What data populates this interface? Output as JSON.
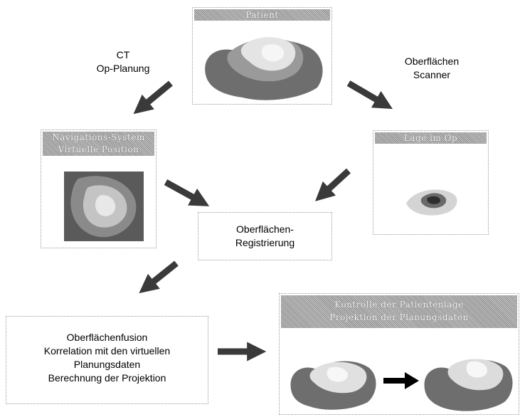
{
  "labels": {
    "ct_line1": "CT",
    "ct_line2": "Op-Planung",
    "scanner_line1": "Oberflächen",
    "scanner_line2": "Scanner"
  },
  "boxes": {
    "patient_header": "Patient",
    "navigation_header_line1": "Navigations-System",
    "navigation_header_line2": "Virtuelle Position",
    "lage_header": "Lage im Op",
    "registrierung_line1": "Oberflächen-",
    "registrierung_line2": "Registrierung",
    "fusion_line1": "Oberflächenfusion",
    "fusion_line2": "Korrelation mit den virtuellen",
    "fusion_line3": "Planungsdaten",
    "fusion_line4": "Berechnung der Projektion",
    "kontrolle_header_line1": "Kontrolle der Patientenlage",
    "kontrolle_header_line2": "Projektion der Planungsdaten"
  },
  "icons": [
    "arrow-icon",
    "patient-scan-image",
    "virtual-position-image",
    "surface-scan-image"
  ],
  "colors": {
    "arrow": "#3a3a3a",
    "header": "#a8a8a8",
    "tissue_dark": "#6e6e6e",
    "tissue_light": "#d8d8d8"
  }
}
